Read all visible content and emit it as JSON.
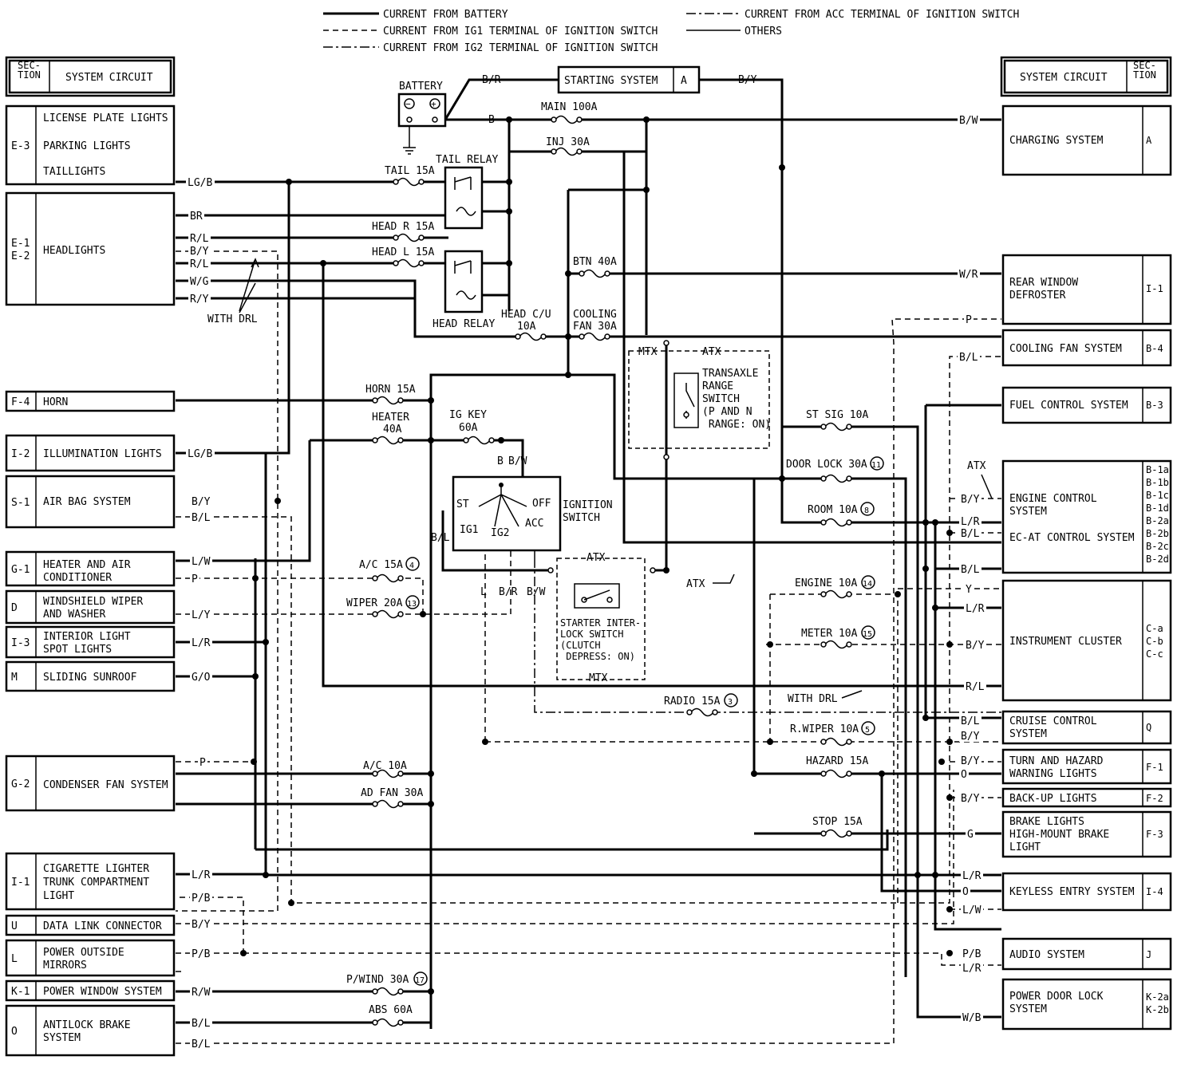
{
  "legend": [
    {
      "style": "solid",
      "label": "CURRENT FROM BATTERY"
    },
    {
      "style": "dash",
      "label": "CURRENT FROM IG1 TERMINAL OF IGNITION SWITCH"
    },
    {
      "style": "dashdot",
      "label": "CURRENT FROM IG2 TERMINAL OF IGNITION SWITCH"
    },
    {
      "style": "dashdot",
      "label": "CURRENT FROM ACC TERMINAL OF IGNITION SWITCH"
    },
    {
      "style": "thin",
      "label": "OTHERS"
    }
  ],
  "header_left": {
    "section": "SEC-\nTION",
    "circuit": "SYSTEM CIRCUIT"
  },
  "header_right": {
    "section": "SEC-\nTION",
    "circuit": "SYSTEM CIRCUIT"
  },
  "left_systems": [
    {
      "section": "E-3",
      "lines": [
        "LICENSE PLATE LIGHTS",
        "PARKING LIGHTS",
        "TAILLIGHTS"
      ],
      "wire": "LG/B"
    },
    {
      "section": "E-1\nE-2",
      "lines": [
        "HEADLIGHTS"
      ],
      "wires": [
        "BR",
        "R/L",
        "B/Y",
        "R/L",
        "W/G",
        "R/Y"
      ]
    },
    {
      "section": "F-4",
      "lines": [
        "HORN"
      ]
    },
    {
      "section": "I-2",
      "lines": [
        "ILLUMINATION LIGHTS"
      ],
      "wire": "LG/B"
    },
    {
      "section": "S-1",
      "lines": [
        "AIR BAG SYSTEM"
      ],
      "wires": [
        "B/Y",
        "B/L"
      ]
    },
    {
      "section": "G-1",
      "lines": [
        "HEATER AND AIR",
        "CONDITIONER"
      ],
      "wires": [
        "L/W",
        "P"
      ]
    },
    {
      "section": "D",
      "lines": [
        "WINDSHIELD WIPER",
        "AND WASHER"
      ],
      "wire": "L/Y"
    },
    {
      "section": "I-3",
      "lines": [
        "INTERIOR LIGHT",
        "SPOT LIGHTS"
      ],
      "wire": "L/R"
    },
    {
      "section": "M",
      "lines": [
        "SLIDING SUNROOF"
      ],
      "wire": "G/O"
    },
    {
      "section": "G-2",
      "lines": [
        "CONDENSER FAN SYSTEM"
      ],
      "wire": "P"
    },
    {
      "section": "I-1",
      "lines": [
        "CIGARETTE LIGHTER",
        "TRUNK COMPARTMENT",
        "LIGHT"
      ],
      "wires": [
        "L/R",
        "P/B"
      ]
    },
    {
      "section": "U",
      "lines": [
        "DATA LINK CONNECTOR"
      ],
      "wire": "B/Y"
    },
    {
      "section": "L",
      "lines": [
        "POWER OUTSIDE",
        "MIRRORS"
      ],
      "wire": "P/B"
    },
    {
      "section": "K-1",
      "lines": [
        "POWER WINDOW SYSTEM"
      ],
      "wire": "R/W"
    },
    {
      "section": "O",
      "lines": [
        "ANTILOCK BRAKE",
        "SYSTEM"
      ],
      "wires": [
        "B/L",
        "B/L"
      ]
    }
  ],
  "right_systems": [
    {
      "section": "A",
      "lines": [
        "CHARGING SYSTEM"
      ],
      "wire": "B/W"
    },
    {
      "section": "I-1",
      "lines": [
        "REAR WINDOW",
        "DEFROSTER"
      ],
      "wire": "W/R"
    },
    {
      "section": "B-4",
      "lines": [
        "COOLING FAN SYSTEM"
      ],
      "wire": "P"
    },
    {
      "section": "B-3",
      "lines": [
        "FUEL CONTROL SYSTEM"
      ],
      "wire": "B/L"
    },
    {
      "section": "B-1a\nB-1b\nB-1c\nB-1d\nB-2a\nB-2b\nB-2c\nB-2d",
      "lines": [
        "ENGINE CONTROL",
        "SYSTEM",
        "EC-AT CONTROL SYSTEM"
      ],
      "wires": [
        "B/Y",
        "L/R",
        "B/L",
        "B/L"
      ]
    },
    {
      "section": "C-a\nC-b\nC-c",
      "lines": [
        "INSTRUMENT CLUSTER"
      ],
      "wires": [
        "Y",
        "L/R",
        "B/Y",
        "R/L"
      ]
    },
    {
      "section": "Q",
      "lines": [
        "CRUISE CONTROL",
        "SYSTEM"
      ],
      "wires": [
        "B/L",
        "B/Y"
      ]
    },
    {
      "section": "F-1",
      "lines": [
        "TURN AND HAZARD",
        "WARNING LIGHTS"
      ],
      "wires": [
        "B/Y",
        "O"
      ]
    },
    {
      "section": "F-2",
      "lines": [
        "BACK-UP LIGHTS"
      ],
      "wire": "B/Y"
    },
    {
      "section": "F-3",
      "lines": [
        "BRAKE LIGHTS",
        "HIGH-MOUNT BRAKE",
        "LIGHT"
      ],
      "wire": "G"
    },
    {
      "section": "I-4",
      "lines": [
        "KEYLESS ENTRY SYSTEM"
      ],
      "wires": [
        "L/R",
        "O",
        "L/W"
      ]
    },
    {
      "section": "J",
      "lines": [
        "AUDIO SYSTEM"
      ],
      "wires": [
        "P/B",
        "L/R"
      ]
    },
    {
      "section": "K-2a\nK-2b",
      "lines": [
        "POWER DOOR LOCK",
        "SYSTEM"
      ],
      "wire": "W/B"
    }
  ],
  "starting": {
    "label": "STARTING SYSTEM",
    "section": "A",
    "wire_in": "B/R",
    "wire_out": "B/Y"
  },
  "battery": {
    "label": "BATTERY",
    "wire": "B"
  },
  "fuses": [
    "MAIN 100A",
    "INJ 30A",
    "TAIL 15A",
    "HEAD R 15A",
    "HEAD L 15A",
    "BTN 40A",
    "HEAD C/U",
    "10A",
    "COOLING",
    "FAN 30A",
    "HORN 15A",
    "HEATER",
    "40A",
    "IG KEY",
    "60A",
    "ST SIG 10A",
    "DOOR LOCK 30A",
    "ROOM 10A",
    "A/C 15A",
    "WIPER 20A",
    "ENGINE 10A",
    "METER 10A",
    "RADIO 15A",
    "R.WIPER 10A",
    "HAZARD 15A",
    "A/C 10A",
    "AD FAN 30A",
    "STOP 15A",
    "P/WIND 30A",
    "ABS 60A"
  ],
  "fuse_numbers": [
    "11",
    "8",
    "4",
    "13",
    "14",
    "15",
    "3",
    "5",
    "17"
  ],
  "relays": [
    "TAIL RELAY",
    "HEAD RELAY"
  ],
  "ignition": {
    "label": "IGNITION\nSWITCH",
    "terminals": [
      "ST",
      "IG1",
      "IG2",
      "ACC",
      "OFF"
    ],
    "wires": [
      "B",
      "B/W",
      "B/L",
      "L",
      "B/R",
      "B/W"
    ]
  },
  "transaxle": {
    "mtx": "MTX",
    "atx": "ATX",
    "label": "TRANSAXLE\nRANGE\nSWITCH\n(P AND N\n RANGE: ON)"
  },
  "starter": {
    "atx": "ATX",
    "mtx": "MTX",
    "label": "STARTER INTER-\nLOCK SWITCH\n(CLUTCH\n DEPRESS: ON)"
  },
  "notes": {
    "with_drl": "WITH DRL",
    "atx": "ATX"
  }
}
